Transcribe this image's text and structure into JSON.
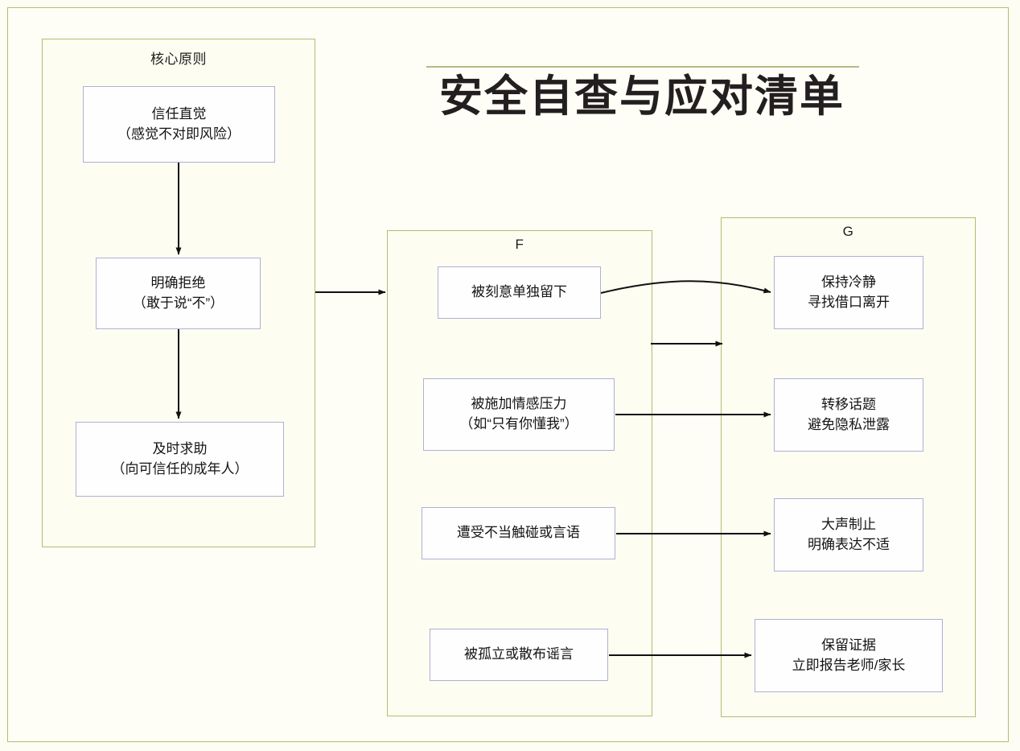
{
  "title": {
    "text": "安全自查与应对清单",
    "rule_color": "#b5ba82"
  },
  "colors": {
    "page_background": "#fefef6",
    "group_border": "#b5bc73",
    "node_border": "#aeb0d6",
    "node_fill": "#fefeff",
    "connector": "#111111"
  },
  "groups": [
    {
      "id": "principles",
      "label": "核心原则"
    },
    {
      "id": "situations",
      "label": "F"
    },
    {
      "id": "responses",
      "label": "G"
    }
  ],
  "principles": {
    "nodes": [
      {
        "id": "p1",
        "line1": "信任直觉",
        "line2": "（感觉不对即风险）"
      },
      {
        "id": "p2",
        "line1": "明确拒绝",
        "line2": "（敢于说“不”）"
      },
      {
        "id": "p3",
        "line1": "及时求助",
        "line2": "（向可信任的成年人）"
      }
    ]
  },
  "situations": {
    "nodes": [
      {
        "id": "f1",
        "line1": "被刻意单独留下",
        "line2": ""
      },
      {
        "id": "f2",
        "line1": "被施加情感压力",
        "line2": "（如“只有你懂我”）"
      },
      {
        "id": "f3",
        "line1": "遭受不当触碰或言语",
        "line2": ""
      },
      {
        "id": "f4",
        "line1": "被孤立或散布谣言",
        "line2": ""
      }
    ]
  },
  "responses": {
    "nodes": [
      {
        "id": "g1",
        "line1": "保持冷静",
        "line2": "寻找借口离开"
      },
      {
        "id": "g2",
        "line1": "转移话题",
        "line2": "避免隐私泄露"
      },
      {
        "id": "g3",
        "line1": "大声制止",
        "line2": "明确表达不适"
      },
      {
        "id": "g4",
        "line1": "保留证据",
        "line2": "立即报告老师/家长"
      }
    ]
  },
  "connectors": [
    {
      "id": "c-p1-p2",
      "from": "p1",
      "to": "p2",
      "style": "straight-vertical"
    },
    {
      "id": "c-p2-p3",
      "from": "p2",
      "to": "p3",
      "style": "straight-vertical"
    },
    {
      "id": "c-principles-situations",
      "from": "principles",
      "to": "situations",
      "style": "straight-horizontal"
    },
    {
      "id": "c-f1-g1",
      "from": "f1",
      "to": "g1",
      "style": "curved-horizontal"
    },
    {
      "id": "c-situations-responses",
      "from": "situations",
      "to": "responses",
      "style": "straight-horizontal"
    },
    {
      "id": "c-f2-g2",
      "from": "f2",
      "to": "g2",
      "style": "straight-horizontal"
    },
    {
      "id": "c-f3-g3",
      "from": "f3",
      "to": "g3",
      "style": "straight-horizontal"
    },
    {
      "id": "c-f4-g4",
      "from": "f4",
      "to": "g4",
      "style": "straight-horizontal"
    }
  ]
}
